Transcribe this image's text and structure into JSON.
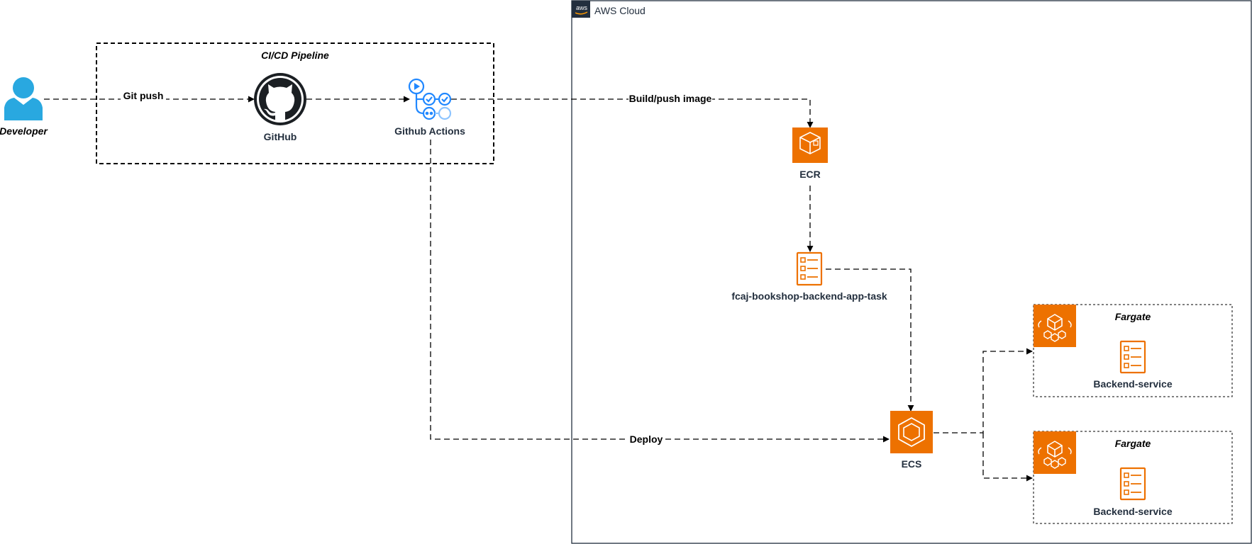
{
  "groups": {
    "pipeline": {
      "title": "CI/CD Pipeline"
    },
    "cloud": {
      "title": "AWS Cloud",
      "logo_text": "aws"
    },
    "fargate_1": {
      "title": "Fargate"
    },
    "fargate_2": {
      "title": "Fargate"
    }
  },
  "nodes": {
    "developer": {
      "label": "Developer",
      "icon": "user-icon"
    },
    "github": {
      "label": "GitHub",
      "icon": "github-icon"
    },
    "actions": {
      "label": "Github Actions",
      "icon": "github-actions-icon"
    },
    "ecr": {
      "label": "ECR",
      "icon": "ecr-icon"
    },
    "task": {
      "label": "fcaj-bookshop-backend-app-task",
      "icon": "task-definition-icon"
    },
    "ecs": {
      "label": "ECS",
      "icon": "ecs-icon"
    },
    "service_1": {
      "label": "Backend-service",
      "icon": "task-definition-icon"
    },
    "service_2": {
      "label": "Backend-service",
      "icon": "task-definition-icon"
    }
  },
  "edges": {
    "git_push": {
      "label": "Git push"
    },
    "build_push": {
      "label": "Build/push image"
    },
    "deploy": {
      "label": "Deploy"
    }
  },
  "colors": {
    "aws_orange": "#ed7100",
    "github_dark": "#1b1f23",
    "actions_blue": "#2188ff",
    "user_blue": "#29a8e0",
    "cloud_border": "#232f3e"
  }
}
